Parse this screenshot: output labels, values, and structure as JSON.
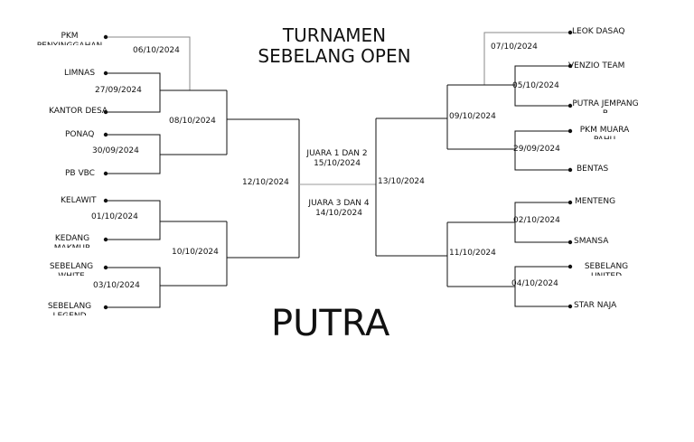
{
  "title": {
    "line1": "TURNAMEN",
    "line2": "SEBELANG OPEN"
  },
  "category": "PUTRA",
  "left_teams": [
    "PKM PENYINGGAHAN",
    "LIMNAS",
    "KANTOR DESA",
    "PONAQ",
    "PB VBC",
    "KELAWIT",
    "KEDANG MAKMUR",
    "SEBELANG WHITE",
    "SEBELANG LEGEND"
  ],
  "left_dates": {
    "r0": "06/10/2024",
    "r1": [
      "27/09/2024",
      "30/09/2024",
      "01/10/2024",
      "03/10/2024"
    ],
    "r2": [
      "08/10/2024",
      "10/10/2024"
    ],
    "semi": "12/10/2024"
  },
  "right_teams": [
    "LEOK DASAQ",
    "VENZIO TEAM",
    "PUTRA JEMPANG B",
    "PKM MUARA PAHU",
    "BENTAS",
    "MENTENG",
    "SMANSA",
    "SEBELANG UNITED",
    "STAR NAJA"
  ],
  "right_dates": {
    "r0": "07/10/2024",
    "r1": [
      "05/10/2024",
      "29/09/2024",
      "02/10/2024",
      "04/10/2024"
    ],
    "r2": [
      "09/10/2024",
      "11/10/2024"
    ],
    "semi": "13/10/2024"
  },
  "final": {
    "label": "JUARA 1 DAN 2",
    "date": "15/10/2024"
  },
  "third": {
    "label": "JUARA 3 DAN 4",
    "date": "14/10/2024"
  }
}
